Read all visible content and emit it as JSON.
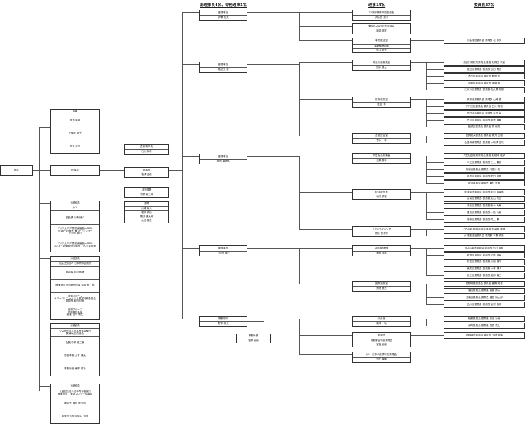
{
  "headers": {
    "vice_presidents": "副理事長4名、専務理事1名",
    "directors": "理事14名",
    "chairs": "委員長37名"
  },
  "left": {
    "general_assembly": "総会",
    "board": "理事会",
    "auditors": {
      "title": "監事",
      "members": [
        "西宮 英康",
        "上福原 裕士",
        "長生 圭介"
      ]
    },
    "dispatch": [
      {
        "title": "派遣役員",
        "org": "JCI",
        "members": [
          "副会頭 川崎 綾人",
          "アジア太平洋開発協議会(APDC)\n2018−19議長 兼 カウンシラー\n下山田 陽介",
          "アジア太平洋開発協議会(APDC)\n2018−19開発担当局長　北村 直亜樹"
        ]
      },
      {
        "title": "派遣役員",
        "org": "公益社団法人 日本青年会議所",
        "members": [
          "副会頭 石川 和孝",
          "関東地区担当常任理事 中原 修二郎",
          "経済グループ\nサマーコンファレンス運営特別委員会\n委員長 和田 征司",
          "総務グループ\n財務運営会議\n議長 石川 康生"
        ]
      },
      {
        "title": "派遣役員",
        "org": "公益社団法人日本青年会議所\n関東地区協議会",
        "members": [
          "会長 中原 修二郎",
          "運営専務 山本 健太",
          "事務局長 東郷 邦朴"
        ]
      },
      {
        "title": "派遣役員",
        "org": "公益社団法人日本青年会議所\n関東地区　東京ブロック協議会",
        "members": [
          "副会長 諏訪 健太郎",
          "監査担当役員 堀口 貴絃"
        ]
      }
    ]
  },
  "center": {
    "honorary": {
      "title": "直前理事長",
      "name": "石川 和孝"
    },
    "president": {
      "title": "理事長",
      "name": "福澤 正俊"
    },
    "special_advisor": {
      "title": "特別顧問",
      "name": "中原 修二郎"
    },
    "advisors": {
      "title": "顧問",
      "members": [
        "川崎 綾人",
        "堀口 貴絃",
        "諏訪 健太郎",
        "大谷 拓生"
      ]
    }
  },
  "vps": [
    {
      "title": "副理事長",
      "name": "伊東 拓太"
    },
    {
      "title": "副理事長",
      "name": "諏訪田 哲"
    },
    {
      "title": "副理事長",
      "name": "福田 康太郎"
    },
    {
      "title": "副理事長",
      "name": "下山田 陽介"
    },
    {
      "title": "専務理事",
      "name": "野中 和夫"
    }
  ],
  "secretariat": {
    "title": "事務局長",
    "name": "福原 尚徳"
  },
  "directors": [
    {
      "rows": [
        "70周年事業特別委員会",
        "久保田 悠介"
      ]
    },
    {
      "rows": [
        "東京JC2020特別委員会",
        "岡橋 健宏"
      ]
    },
    {
      "rows": [
        "事業推進室",
        "事業推進会議",
        "作口 貴大"
      ]
    },
    {
      "rows": [
        "政治行政政策室",
        "田中 朋之"
      ]
    },
    {
      "rows": [
        "教育政策室",
        "渡邊 学"
      ]
    },
    {
      "rows": [
        "会員拡充室",
        "青木 一平"
      ]
    },
    {
      "rows": [
        "共生社会政策室",
        "池原 勝平"
      ]
    },
    {
      "rows": [
        "経済政策室",
        "坂竹 貴宏"
      ]
    },
    {
      "rows": [
        "ブランディング室",
        "高橋 俊寿平"
      ]
    },
    {
      "rows": [
        "SDGs政策室",
        "渡邊 宇宙"
      ]
    },
    {
      "rows": [
        "国際政策室",
        "須賀 康文"
      ]
    },
    {
      "rows": [
        "渉外室",
        "楠井 一功"
      ]
    },
    {
      "rows": [
        "財務室",
        "財務審査特別委員会",
        "宮島 武蔵"
      ]
    },
    {
      "rows": [
        "JCI・日本JC連携特別委員会",
        "河王 康朝"
      ]
    }
  ],
  "chairs": [
    "例会運営委員会 委員長 北 未矢",
    "政治行政政策委員会 委員長 梶田 宗弘",
    "墨田区委員会 委員長 古田 勇之",
    "大田区委員会 委員長 薮野 拓",
    "中野区委員会 委員長 遠藤 昇",
    "江戸川区委員会 委員長 佐久間 知樹",
    "教育政策委員会 委員長 山崎 恵",
    "千代田区委員会 委員長 石川 雄祐",
    "世田谷区委員会 委員長 吉田 智",
    "荒川区委員会 委員長 坂巻 勝義",
    "板橋区委員会 委員長 原 徳嘉",
    "会員拡大委員会 委員長 燕井 正樹",
    "会員研修委員会 委員長 小嶋澤 滋雄",
    "共生社会政策委員会 委員長 榎本 絃子",
    "中央区委員会 委員長 三上 康徳",
    "文京区委員会 委員長 利根川 祐一",
    "目黒区委員会 委員長 肥田 浩尚",
    "北区委員会 委員長 滝村 哲朗",
    "経済政策委員会 委員長 北村 錦重郎",
    "台東区委員会 委員長 丸山 力三",
    "渋谷区委員会 委員長 鈴木 大輔",
    "豊島区委員会 委員長 小松 大輔",
    "葛飾区委員会 委員長 村上 康一",
    "わんぱく相撲委員会 委員長 高橋 雄哉",
    "JC運動発信委員会 委員長 下野 貴史",
    "SDGs政策委員会 委員長 小川 秀裕",
    "新宿区委員会 委員長 大庭 貴章",
    "杉並区委員会 委員長 川副 隆平",
    "練馬区委員会 委員長 小林 健人",
    "足立区委員会 委員長 渡部 竜二",
    "国際政策委員会 委員長 鹿野 昭吾",
    "港区委員会 委員長 熊笹 慶介",
    "江東区委員会 委員長 増島 慎太郎",
    "品川区委員会 委員長 吉村 麻亮",
    "総務委員会 委員長 柴田 沙紀",
    "渉外委員会 委員長 高橋 嘉久",
    "財務運営委員会 委員長 小林 幸輝"
  ]
}
